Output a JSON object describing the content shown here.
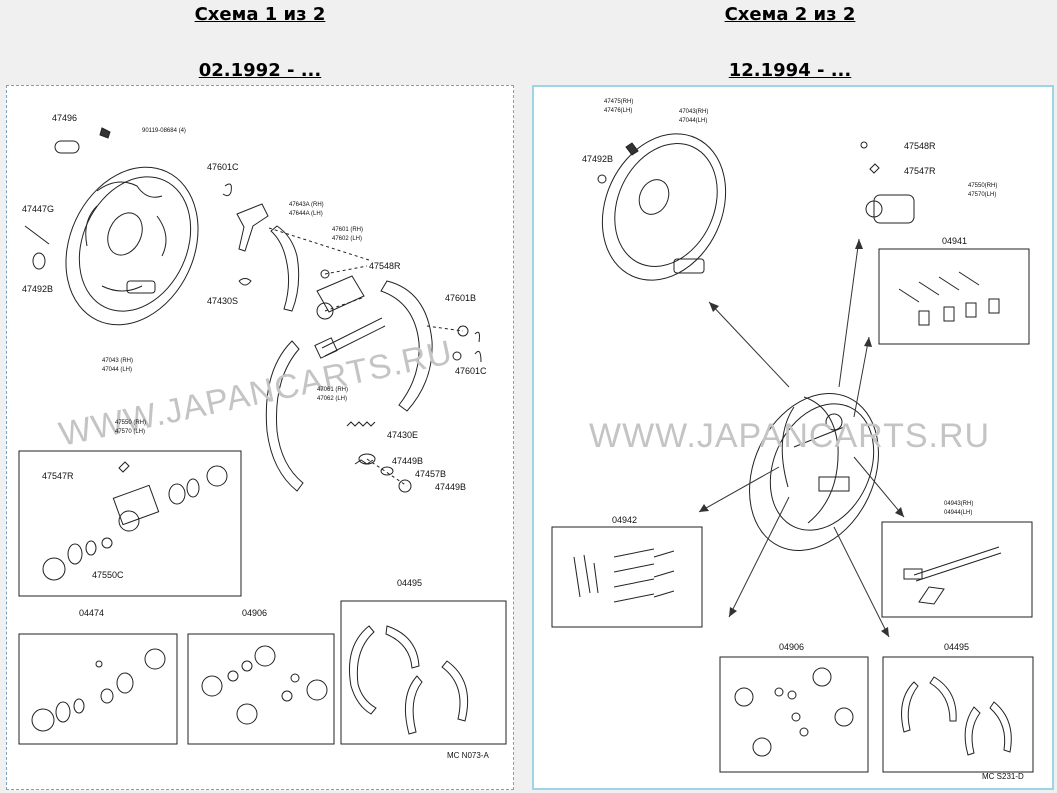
{
  "headers": [
    {
      "title": "Схема 1 из 2",
      "date": "02.1992 - ..."
    },
    {
      "title": "Схема 2 из 2",
      "date": "12.1994 - ..."
    }
  ],
  "diagram1": {
    "watermark": "WWW.JAPANCARTS.RU",
    "code": "MC N073-A",
    "labels": {
      "l47496": "47496",
      "l90119": "90119-08684 (4)",
      "l47447g": "47447G",
      "l47492b": "47492B",
      "l47601c_a": "47601C",
      "l47643": "47643A (RH)",
      "l47644": "47644A (LH)",
      "l47601": "47601 (RH)",
      "l47602": "47602 (LH)",
      "l47430s": "47430S",
      "l47548r": "47548R",
      "l47601b": "47601B",
      "l47601c_b": "47601C",
      "l47043": "47043 (RH)",
      "l47044": "47044 (LH)",
      "l47061": "47061 (RH)",
      "l47062": "47062 (LH)",
      "l47550": "47550 (RH)",
      "l47570": "47570 (LH)",
      "l47430e": "47430E",
      "l47449b_a": "47449B",
      "l47457b": "47457B",
      "l47449b_b": "47449B",
      "l47547r": "47547R",
      "l47550c": "47550C",
      "l04474": "04474",
      "l04906": "04906",
      "l04495": "04495"
    }
  },
  "diagram2": {
    "watermark": "WWW.JAPANCARTS.RU",
    "code": "MC S231-D",
    "labels": {
      "l47475": "47475(RH)",
      "l47476": "47476(LH)",
      "l47492b": "47492B",
      "l47043": "47043(RH)",
      "l47044": "47044(LH)",
      "l47548r": "47548R",
      "l47547r": "47547R",
      "l47550": "47550(RH)",
      "l47570": "47570(LH)",
      "l04941": "04941",
      "l04942": "04942",
      "l04943": "04943(RH)",
      "l04944": "04944(LH)",
      "l04906": "04906",
      "l04495": "04495"
    }
  }
}
